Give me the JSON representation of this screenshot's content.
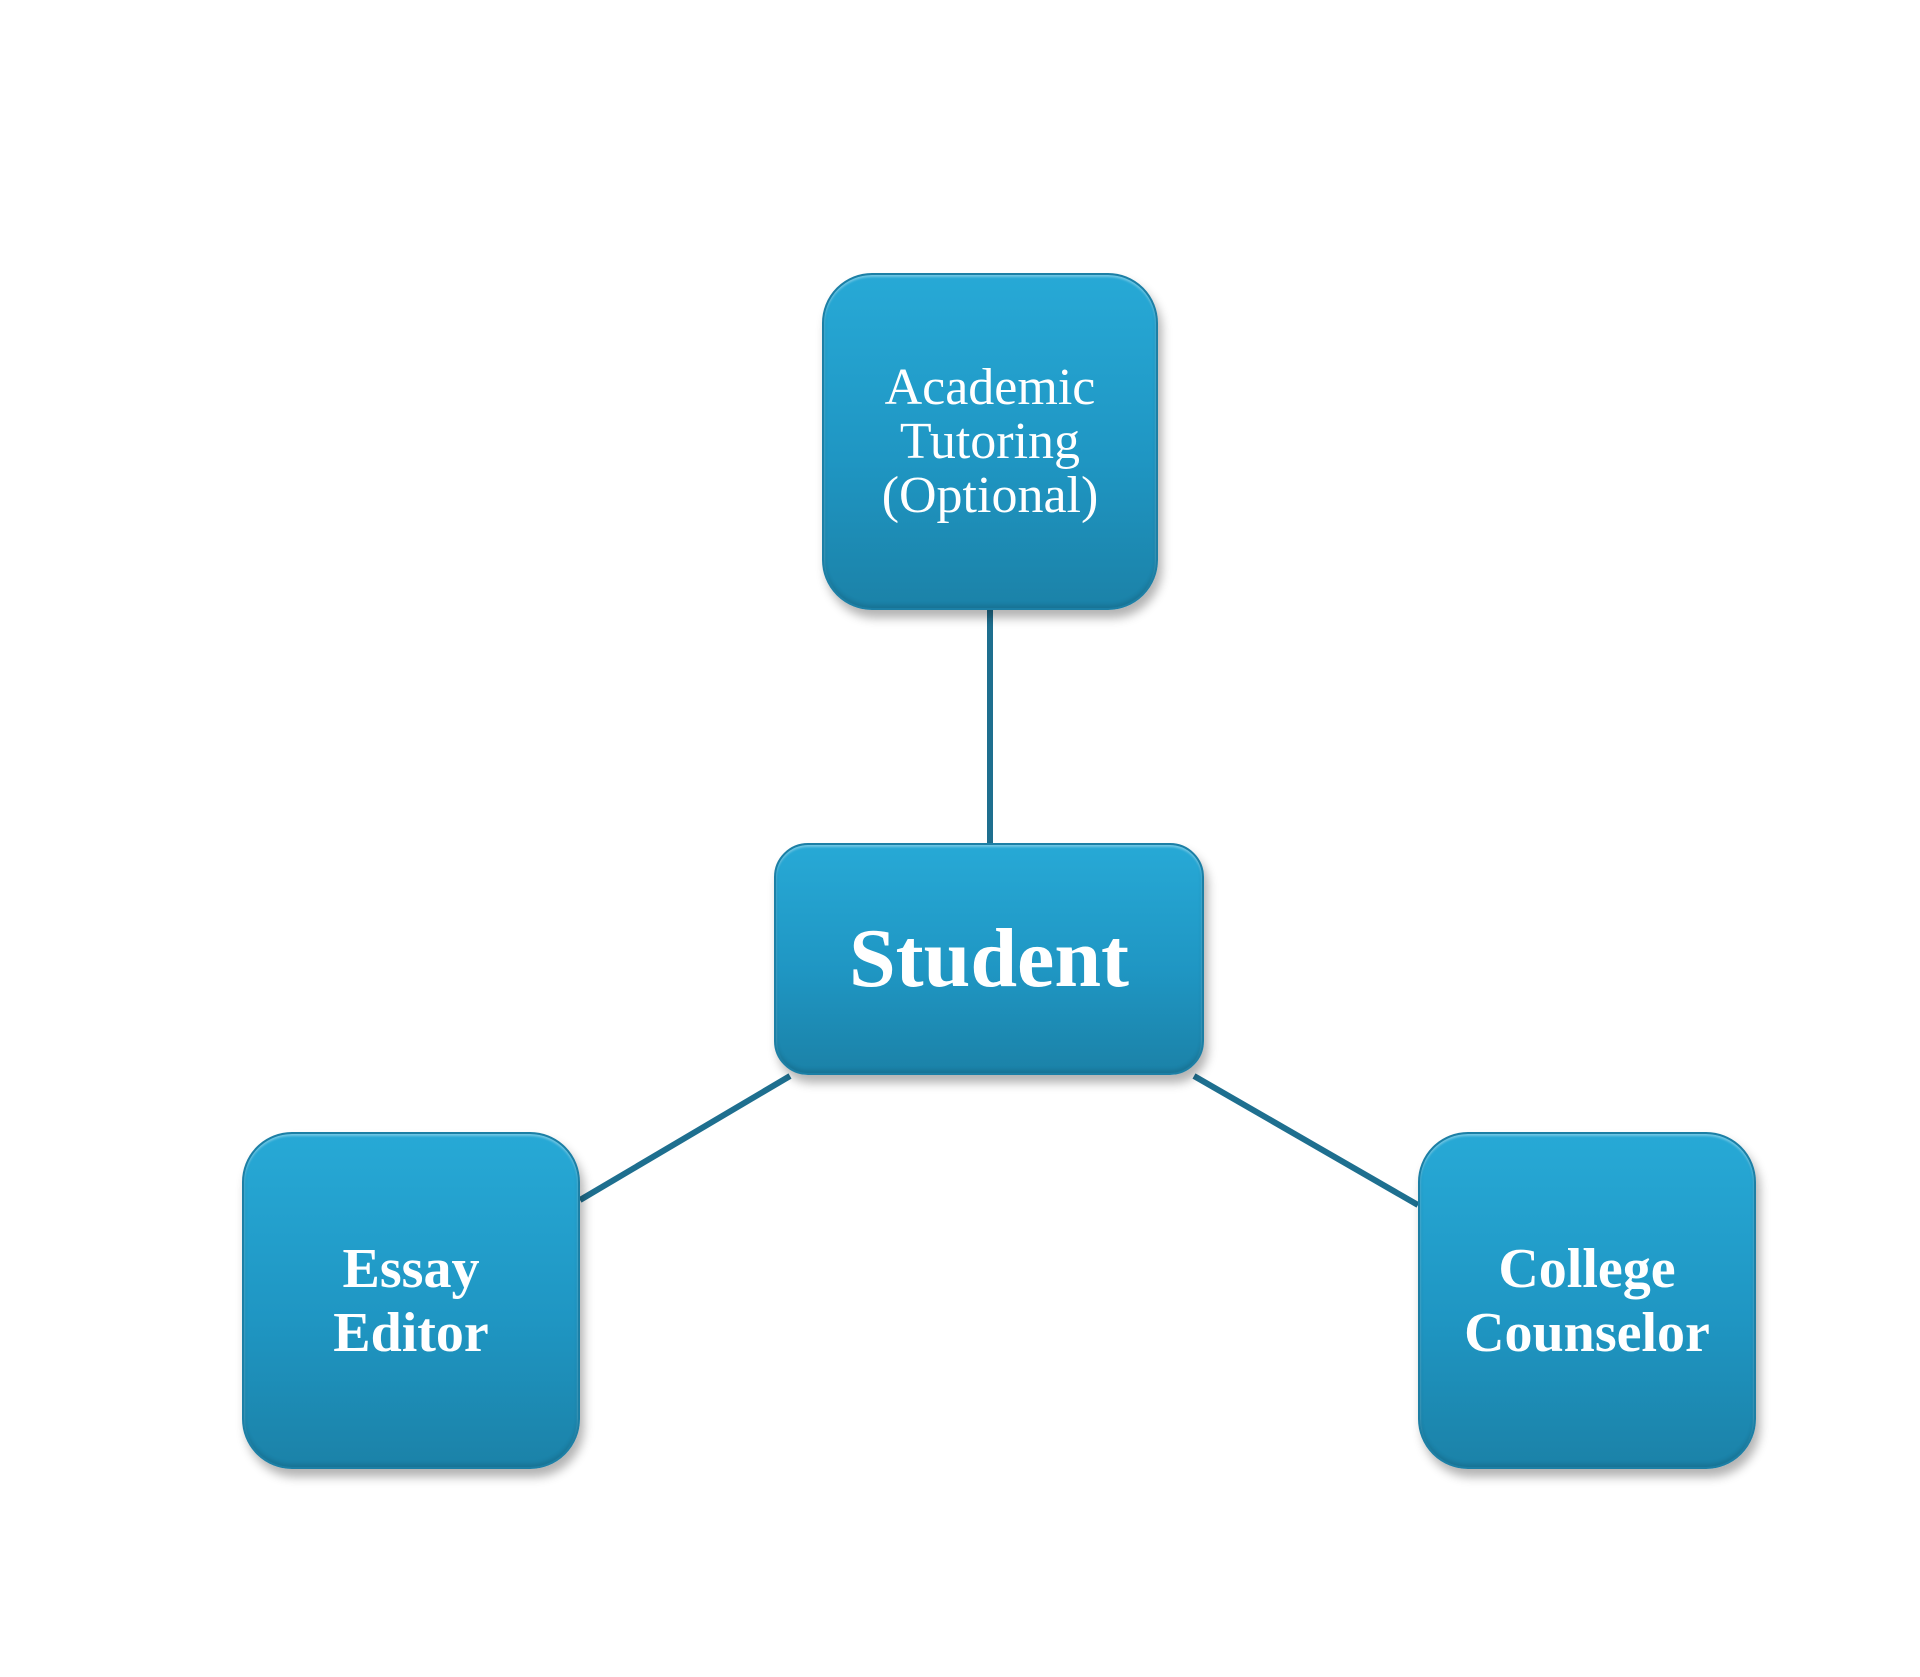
{
  "diagram": {
    "center": {
      "label": "Student"
    },
    "nodes": [
      {
        "id": "tutoring",
        "label": "Academic\nTutoring\n(Optional)"
      },
      {
        "id": "essay",
        "label": "Essay\nEditor"
      },
      {
        "id": "counselor",
        "label": "College\nCounselor"
      }
    ],
    "colors": {
      "node_fill": "#209bc8",
      "node_border": "#1c7fa5",
      "connector": "#1e6f8f",
      "text": "#ffffff"
    }
  }
}
